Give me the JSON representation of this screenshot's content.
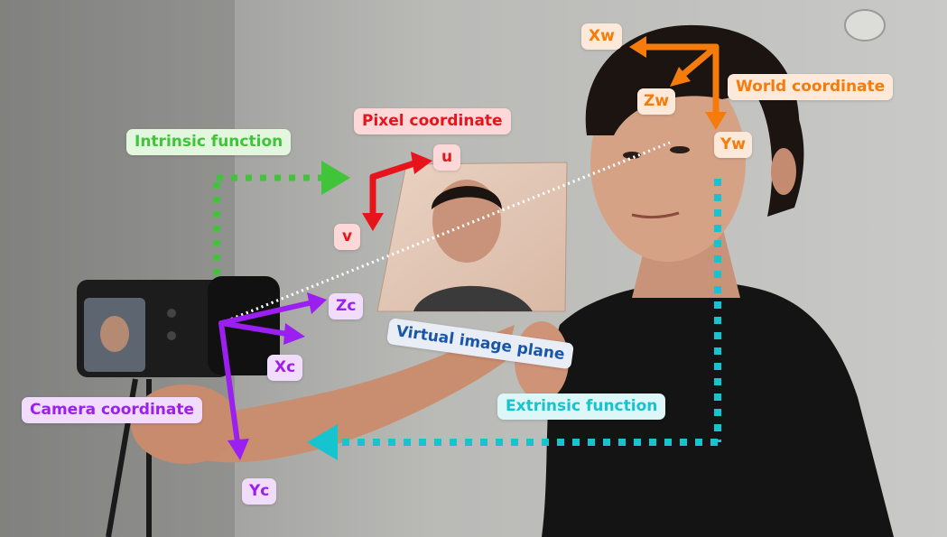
{
  "labels": {
    "world_coordinate": "World coordinate",
    "xw": "Xw",
    "yw": "Yw",
    "zw": "Zw",
    "pixel_coordinate": "Pixel coordinate",
    "u": "u",
    "v": "v",
    "intrinsic_function": "Intrinsic function",
    "extrinsic_function": "Extrinsic function",
    "virtual_image_plane": "Virtual image plane",
    "camera_coordinate": "Camera coordinate",
    "xc": "Xc",
    "yc": "Yc",
    "zc": "Zc"
  },
  "colors": {
    "world": "#f57c0c",
    "pixel": "#e8141b",
    "intrinsic": "#3fc43a",
    "extrinsic": "#15c4cf",
    "camera": "#9a1ff0",
    "virtual_plane": "#1a56a8"
  }
}
